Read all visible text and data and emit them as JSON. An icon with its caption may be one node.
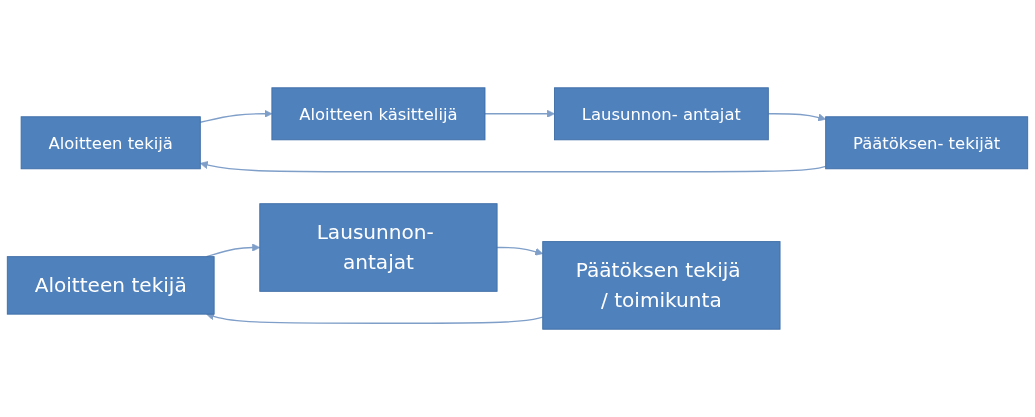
{
  "diagram": {
    "nodes": [
      {
        "text": [
          "Aloitteen tekijä"
        ]
      },
      {
        "text": [
          "Aloitteen käsittelijä"
        ]
      },
      {
        "text": [
          "Lausunnon- antajat"
        ]
      },
      {
        "text": [
          "Päätöksen- tekijät"
        ]
      },
      {
        "text": [
          "Aloitteen tekijä"
        ]
      },
      {
        "text": [
          "Lausunnon- antajat"
        ]
      },
      {
        "text": [
          "Päätöksen tekijä / toimikunta"
        ]
      }
    ],
    "edges": [
      {
        "from": 0,
        "to": 1,
        "arrow": "to"
      },
      {
        "from": 1,
        "to": 2,
        "arrow": "to"
      },
      {
        "from": 2,
        "to": 3,
        "arrow": "to"
      },
      {
        "from": 3,
        "to": 0,
        "arrow": "to"
      },
      {
        "from": 4,
        "to": 5,
        "arrow": "to"
      },
      {
        "from": 5,
        "to": 6,
        "arrow": "to"
      },
      {
        "from": 6,
        "to": 4,
        "arrow": "to"
      }
    ]
  }
}
